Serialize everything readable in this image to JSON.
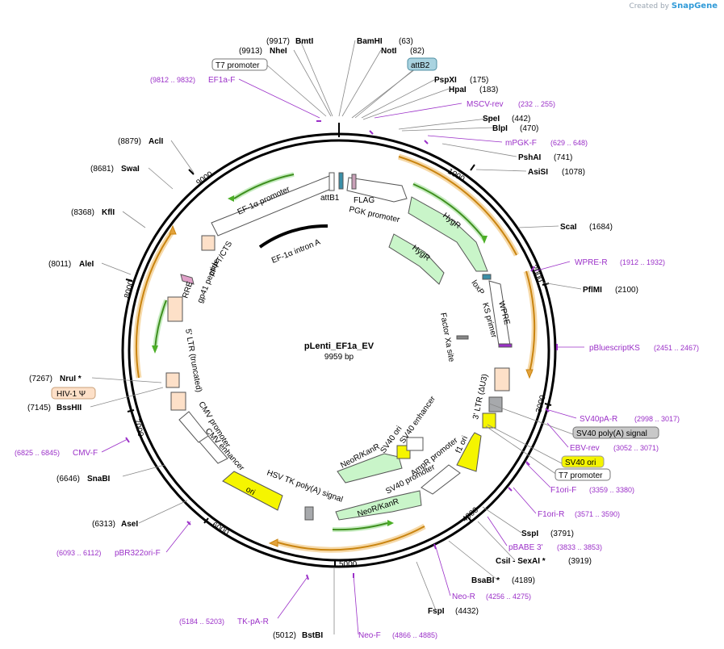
{
  "credit": {
    "prefix": "Created by",
    "brand": "SnapGene"
  },
  "plasmid": {
    "name": "pLenti_EF1a_EV",
    "size_label": "9959 bp",
    "length": 9959
  },
  "ticks": [
    "1000",
    "2000",
    "3000",
    "4000",
    "5000",
    "6000",
    "7000",
    "8000",
    "9000"
  ],
  "sites": [
    {
      "name": "BmtI",
      "pos": "(9917)",
      "star": false
    },
    {
      "name": "NheI",
      "pos": "(9913)",
      "star": false
    },
    {
      "name": "BamHI",
      "pos": "(63)",
      "star": false
    },
    {
      "name": "NotI",
      "pos": "(82)",
      "star": false
    },
    {
      "name": "PspXI",
      "pos": "(175)",
      "star": false
    },
    {
      "name": "HpaI",
      "pos": "(183)",
      "star": false
    },
    {
      "name": "SpeI",
      "pos": "(442)",
      "star": false
    },
    {
      "name": "BlpI",
      "pos": "(470)",
      "star": false
    },
    {
      "name": "PshAI",
      "pos": "(741)",
      "star": false
    },
    {
      "name": "AsiSI",
      "pos": "(1078)",
      "star": false
    },
    {
      "name": "ScaI",
      "pos": "(1684)",
      "star": false
    },
    {
      "name": "PflMI",
      "pos": "(2100)",
      "star": false
    },
    {
      "name": "SspI",
      "pos": "(3791)",
      "star": false
    },
    {
      "name": "CsiI - SexAI *",
      "pos": "(3919)",
      "star": false
    },
    {
      "name": "BsaBI *",
      "pos": "(4189)",
      "star": false
    },
    {
      "name": "FspI",
      "pos": "(4432)",
      "star": false
    },
    {
      "name": "BstBI",
      "pos": "(5012)",
      "star": false
    },
    {
      "name": "AseI",
      "pos": "(6313)",
      "star": false
    },
    {
      "name": "SnaBI",
      "pos": "(6646)",
      "star": false
    },
    {
      "name": "BssHII",
      "pos": "(7145)",
      "star": false
    },
    {
      "name": "NruI *",
      "pos": "(7267)",
      "star": false
    },
    {
      "name": "AleI",
      "pos": "(8011)",
      "star": false
    },
    {
      "name": "KflI",
      "pos": "(8368)",
      "star": false
    },
    {
      "name": "SwaI",
      "pos": "(8681)",
      "star": false
    },
    {
      "name": "AclI",
      "pos": "(8879)",
      "star": false
    }
  ],
  "primers": [
    {
      "name": "EF1a-F",
      "range": "(9812 .. 9832)"
    },
    {
      "name": "MSCV-rev",
      "range": "(232 .. 255)"
    },
    {
      "name": "mPGK-F",
      "range": "(629 .. 648)"
    },
    {
      "name": "WPRE-R",
      "range": "(1912 .. 1932)"
    },
    {
      "name": "pBluescriptKS",
      "range": "(2451 .. 2467)"
    },
    {
      "name": "SV40pA-R",
      "range": "(2998 .. 3017)"
    },
    {
      "name": "EBV-rev",
      "range": "(3052 .. 3071)"
    },
    {
      "name": "F1ori-F",
      "range": "(3359 .. 3380)"
    },
    {
      "name": "F1ori-R",
      "range": "(3571 .. 3590)"
    },
    {
      "name": "pBABE 3'",
      "range": "(3833 .. 3853)"
    },
    {
      "name": "Neo-R",
      "range": "(4256 .. 4275)"
    },
    {
      "name": "Neo-F",
      "range": "(4866 .. 4885)"
    },
    {
      "name": "TK-pA-R",
      "range": "(5184 .. 5203)"
    },
    {
      "name": "pBR322ori-F",
      "range": "(6093 .. 6112)"
    },
    {
      "name": "CMV-F",
      "range": "(6825 .. 6845)"
    }
  ],
  "boxed_labels": [
    "T7 promoter",
    "attB2",
    "SV40 poly(A) signal",
    "SV40 ori",
    "T7 promoter",
    "HIV-1 Ψ"
  ],
  "inner_labels": [
    "attB1",
    "FLAG",
    "PGK promoter",
    "HygR",
    "HygR",
    "loxP",
    "WPRE",
    "KS primer",
    "Factor Xa site",
    "3' LTR (ΔU3)",
    "f1 ori",
    "AmpR promoter",
    "SV40 promoter",
    "NeoR/KanR",
    "NeoR/KanR",
    "SV40 ori",
    "SV40 enhancer",
    "HSV TK poly(A) signal",
    "ori",
    "CMV enhancer",
    "CMV promoter",
    "5' LTR (truncated)",
    "RRE",
    "gp41 peptide",
    "cPPT/CTS",
    "EF-1α promoter",
    "EF-1α intron A"
  ],
  "colors": {
    "primer": "#9b30c8",
    "orange": "#e3a23a",
    "green": "#4caf27",
    "feature_green": "#c9f5c9",
    "feature_yellow": "#f5f500",
    "feature_peach": "#fde0c8",
    "feature_gray": "#a7a9ac",
    "feature_blue": "#3b8fa8"
  }
}
